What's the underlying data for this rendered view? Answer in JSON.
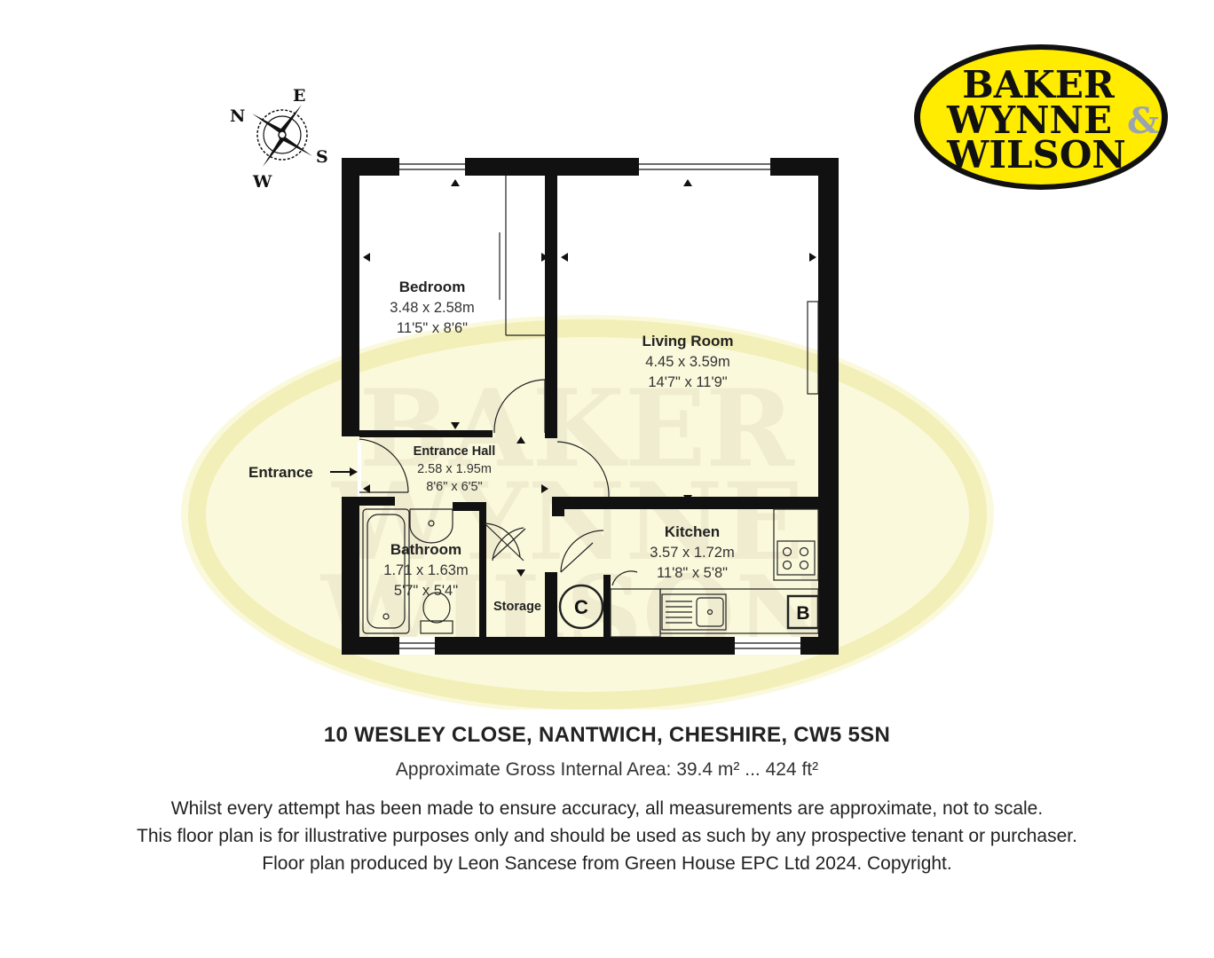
{
  "logo": {
    "line1": "BAKER",
    "line2": "WYNNE",
    "line3": "WILSON",
    "amp": "&"
  },
  "compass": {
    "n": "N",
    "e": "E",
    "s": "S",
    "w": "W"
  },
  "entrance_label": "Entrance",
  "rooms": {
    "bedroom": {
      "name": "Bedroom",
      "metric": "3.48 x 2.58m",
      "imperial": "11'5\" x 8'6\""
    },
    "living": {
      "name": "Living Room",
      "metric": "4.45 x 3.59m",
      "imperial": "14'7\" x 11'9\""
    },
    "hall": {
      "name": "Entrance Hall",
      "metric": "2.58 x 1.95m",
      "imperial": "8'6\" x 6'5\""
    },
    "bathroom": {
      "name": "Bathroom",
      "metric": "1.71 x 1.63m",
      "imperial": "5'7\" x 5'4\""
    },
    "kitchen": {
      "name": "Kitchen",
      "metric": "3.57 x 1.72m",
      "imperial": "11'8\" x 5'8\""
    },
    "storage": {
      "name": "Storage"
    }
  },
  "symbols": {
    "cupboard": "C",
    "boiler": "B"
  },
  "footer": {
    "address": "10 WESLEY CLOSE, NANTWICH, CHESHIRE, CW5 5SN",
    "area": "Approximate Gross Internal Area: 39.4 m² ... 424 ft²",
    "disclaimer_1": "Whilst every attempt has been made to ensure accuracy, all measurements are approximate, not to scale.",
    "disclaimer_2": "This floor plan is for illustrative purposes only and should be used as such by any prospective tenant or purchaser.",
    "disclaimer_3": "Floor plan produced by Leon Sancese from Green House EPC Ltd 2024. Copyright."
  },
  "colors": {
    "wall": "#111111",
    "logo_yellow": "#ffec00",
    "watermark": "#f8f6d2"
  }
}
